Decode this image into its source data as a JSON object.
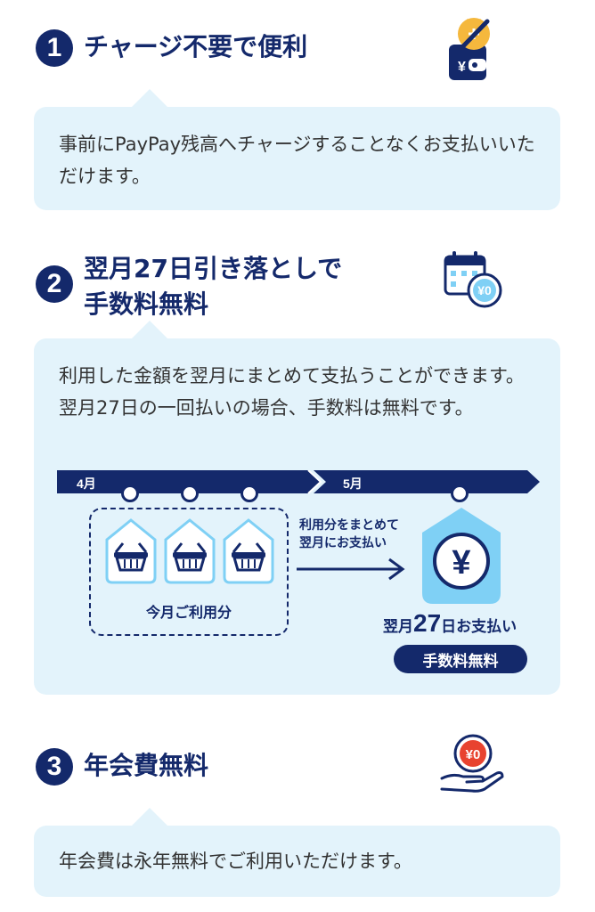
{
  "section1": {
    "number": "1",
    "title": "チャージ不要で便利",
    "body": "事前にPayPay残高へチャージすることなくお支払いいただけます。",
    "icon": "wallet-no-charge-icon"
  },
  "section2": {
    "number": "2",
    "title_line1": "翌月27日引き落としで",
    "title_line2": "手数料無料",
    "body": "利用した金額を翌月にまとめて支払うことができます。翌月27日の一回払いの場合、手数料は無料です。",
    "icon": "calendar-yen-zero-icon",
    "timeline": {
      "month1": "4月",
      "month2": "5月",
      "usage_label": "今月ご利用分",
      "arrow_label_line1": "利用分をまとめて",
      "arrow_label_line2": "翌月にお支払い",
      "yen_symbol": "¥",
      "payday_prefix": "翌月",
      "payday_day": "27",
      "payday_suffix": "日お支払い",
      "fee_badge": "手数料無料"
    }
  },
  "section3": {
    "number": "3",
    "title": "年会費無料",
    "body": "年会費は永年無料でご利用いただけます。",
    "icon": "hand-yen-zero-icon",
    "coin_label": "¥0"
  },
  "calendar_coin_label": "¥0",
  "wallet_yen": "¥",
  "colors": {
    "navy": "#14296b",
    "light_blue_bg": "#e3f3fb",
    "accent_blue": "#7fd0f5",
    "coin_yellow": "#f5b83d",
    "red": "#e8432f"
  }
}
